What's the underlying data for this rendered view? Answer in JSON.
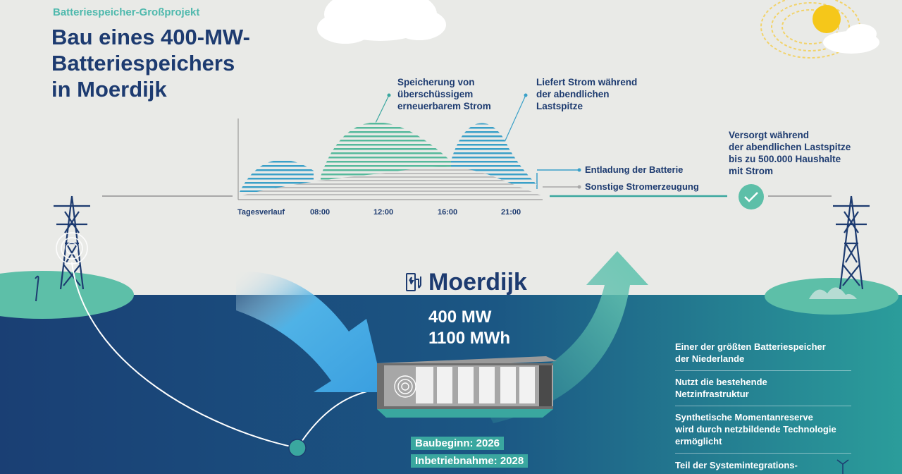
{
  "header": {
    "kicker": "Batteriespeicher-Großprojekt",
    "title": "Bau eines 400-MW-\nBatteriespeichers\nin Moerdijk"
  },
  "annotations": {
    "storage": "Speicherung von\nüberschüssigem\nerneuerbarem Strom",
    "evening": "Liefert Strom während\nder abendlichen\nLastspitze",
    "households": "Versorgt während\nder abendlichen Lastspitze\nbis zu 500.000 Haushalte\nmit Strom"
  },
  "chart_data": {
    "type": "area",
    "x_ticks": [
      "Tagesverlauf",
      "08:00",
      "12:00",
      "16:00",
      "21:00"
    ],
    "series": [
      {
        "name": "Entladung der Batterie",
        "color": "#3aa0c8"
      },
      {
        "name": "Sonstige Stromerzeugung",
        "color": "#b9b9b9"
      }
    ]
  },
  "site": {
    "name": "Moerdijk",
    "power": "400 MW",
    "capacity": "1100 MWh",
    "construction_start": "Baubeginn: 2026",
    "commissioning": "Inbetriebnahme: 2028"
  },
  "facts": [
    "Einer der größten Batteriespeicher\nder Niederlande",
    "Nutzt die bestehende\nNetzinfrastruktur",
    "Synthetische Momentanreserve\nwird durch netzbildende Technologie\nermöglicht",
    "Teil der Systemintegrations-"
  ],
  "icons": [
    "charging-station-icon",
    "checkmark-icon",
    "power-pylon-icon",
    "sun-icon",
    "cloud-icon",
    "wind-turbine-icon"
  ],
  "colors": {
    "navy": "#1d3b70",
    "teal": "#3aa79f",
    "blue": "#3aa0c8",
    "sea": "#1b4a7e",
    "land": "#5dbfa8"
  }
}
